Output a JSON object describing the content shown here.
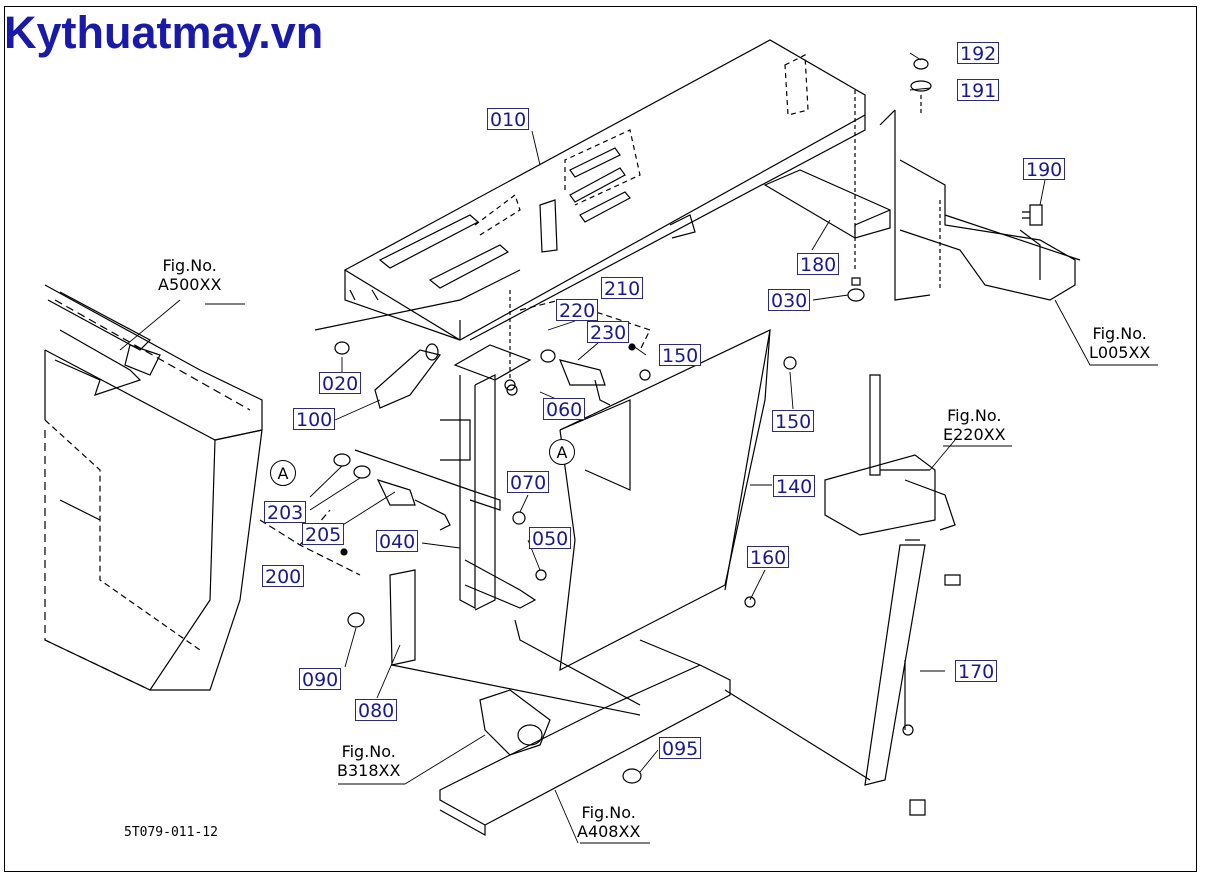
{
  "watermark": "Kythuatmay.vn",
  "drawing_code": "5T079-011-12",
  "callouts": {
    "p010": "010",
    "p020": "020",
    "p030": "030",
    "p040": "040",
    "p050": "050",
    "p060": "060",
    "p070": "070",
    "p080": "080",
    "p090": "090",
    "p095": "095",
    "p100": "100",
    "p140": "140",
    "p150a": "150",
    "p150b": "150",
    "p160": "160",
    "p170": "170",
    "p180": "180",
    "p190": "190",
    "p191": "191",
    "p192": "192",
    "p200": "200",
    "p203": "203",
    "p205": "205",
    "p210": "210",
    "p220": "220",
    "p230": "230"
  },
  "fig_refs": {
    "a500": {
      "label": "Fig.No.",
      "num": "A500XX"
    },
    "l005": {
      "label": "Fig.No.",
      "num": "L005XX"
    },
    "e220": {
      "label": "Fig.No.",
      "num": "E220XX"
    },
    "b318": {
      "label": "Fig.No.",
      "num": "B318XX"
    },
    "a408": {
      "label": "Fig.No.",
      "num": "A408XX"
    }
  },
  "markers": {
    "a1": "A",
    "a2": "A"
  }
}
